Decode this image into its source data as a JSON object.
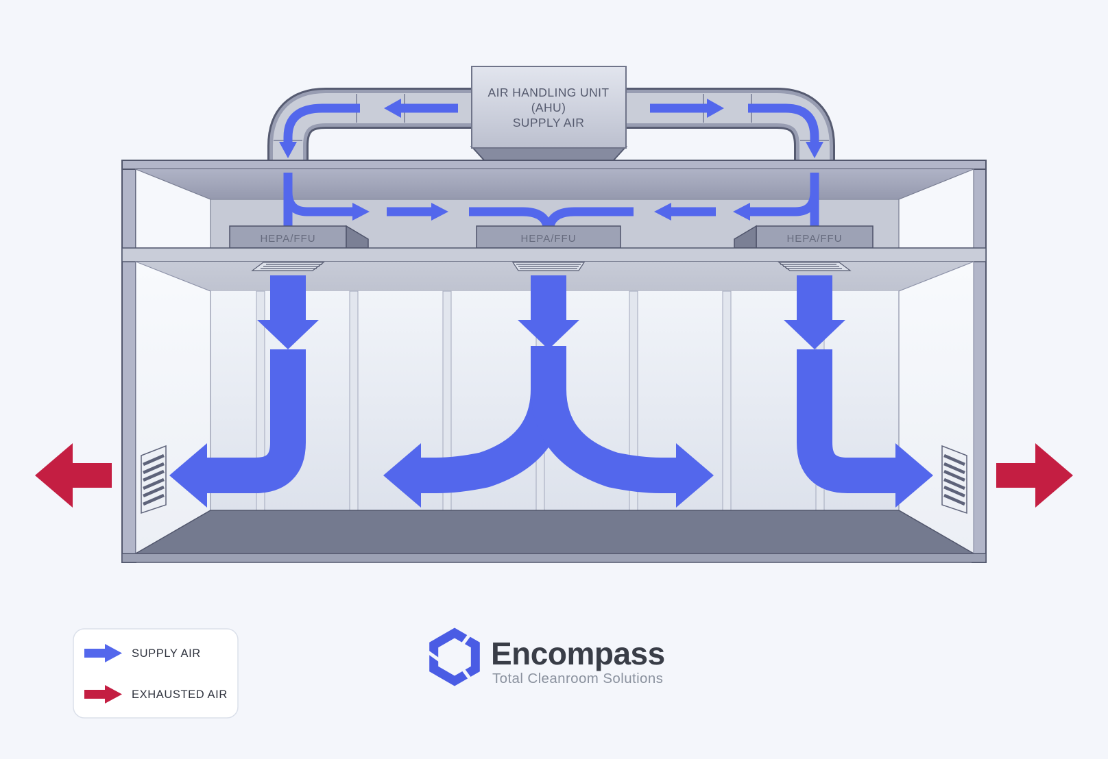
{
  "diagram": {
    "ahu": {
      "label_line1": "AIR HANDLING UNIT",
      "label_line2": "(AHU)",
      "label_line3": "SUPPLY AIR"
    },
    "hepa_units": [
      {
        "label": "HEPA/FFU"
      },
      {
        "label": "HEPA/FFU"
      },
      {
        "label": "HEPA/FFU"
      }
    ]
  },
  "legend": {
    "supply": {
      "label": "SUPPLY AIR"
    },
    "exhaust": {
      "label": "EXHAUSTED AIR"
    }
  },
  "branding": {
    "name": "Encompass",
    "tagline": "Total Cleanroom Solutions"
  },
  "colors": {
    "supply_air": "#5367EC",
    "exhaust_air": "#C41E42",
    "logo_blue": "#4A5CE4"
  }
}
